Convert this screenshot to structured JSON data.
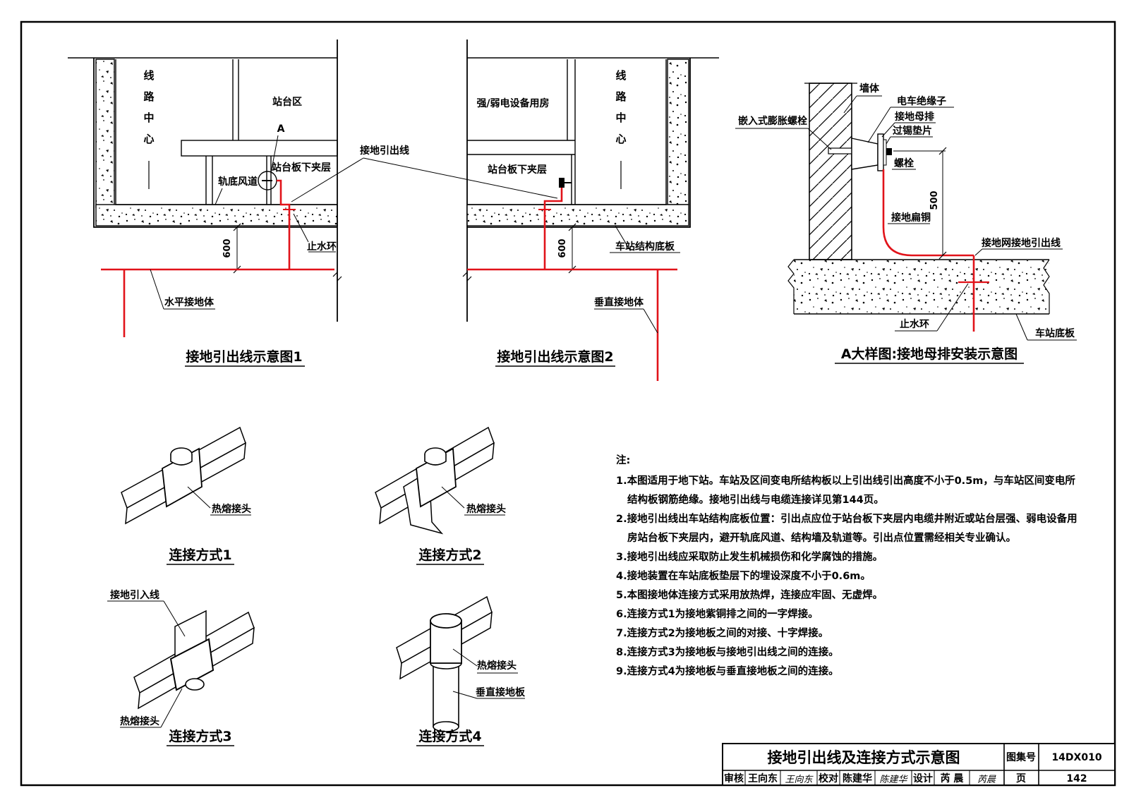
{
  "fig1": {
    "caption": "接地引出线示意图1",
    "line_center": [
      "线",
      "路",
      "中",
      "心"
    ],
    "platform_area": "站台区",
    "marker_a": "A",
    "under_platform": "站台板下夹层",
    "track_duct": "轨底风道",
    "ground_lead": "接地引出线",
    "water_ring": "止水环",
    "dim_600": "600",
    "horizontal_body": "水平接地体"
  },
  "fig2": {
    "caption": "接地引出线示意图2",
    "equipment_room": "强/弱电设备用房",
    "under_platform": "站台板下夹层",
    "line_center": [
      "线",
      "路",
      "中",
      "心"
    ],
    "dim_600": "600",
    "base_slab": "车站结构底板",
    "vertical_body": "垂直接地体"
  },
  "detail_a": {
    "caption": "A大样图:接地母排安装示意图",
    "wall": "墙体",
    "insulator": "电车绝缘子",
    "anchor_bolt": "嵌入式膨胀螺栓",
    "busbar": "接地母排",
    "transition_pad": "过锡垫片",
    "bolt": "螺栓",
    "dim_500": "500",
    "flat_copper": "接地扁铜",
    "grid_lead": "接地网接地引出线",
    "water_ring": "止水环",
    "base_slab": "车站底板"
  },
  "connections": {
    "m1": {
      "caption": "连接方式1",
      "label": "热熔接头"
    },
    "m2": {
      "caption": "连接方式2",
      "label": "热熔接头"
    },
    "m3": {
      "caption": "连接方式3",
      "label": "热熔接头",
      "lead_in": "接地引入线"
    },
    "m4": {
      "caption": "连接方式4",
      "label": "热熔接头",
      "vertical_plate": "垂直接地板"
    }
  },
  "notes": {
    "heading": "注:",
    "lines": [
      "1.本图适用于地下站。车站及区间变电所结构板以上引出线引出高度不小于0.5m，与车站区间变电所",
      "结构板钢筋绝缘。接地引出线与电缆连接详见第144页。",
      "2.接地引出线出车站结构底板位置：引出点应位于站台板下夹层内电缆井附近或站台层强、弱电设备用",
      "房站台板下夹层内，避开轨底风道、结构墙及轨道等。引出点位置需经相关专业确认。",
      "3.接地引出线应采取防止发生机械损伤和化学腐蚀的措施。",
      "4.接地装置在车站底板垫层下的埋设深度不小于0.6m。",
      "5.本图接地体连接方式采用放热焊，连接应牢固、无虚焊。",
      "6.连接方式1为接地紫铜排之间的一字焊接。",
      "7.连接方式2为接地板之间的对接、十字焊接。",
      "8.连接方式3为接地板与接地引出线之间的连接。",
      "9.连接方式4为接地板与垂直接地板之间的连接。"
    ]
  },
  "title_block": {
    "title": "接地引出线及连接方式示意图",
    "atlas_label": "图集号",
    "atlas_no": "14DX010",
    "page_label": "页",
    "page_no": "142",
    "review_label": "审核",
    "reviewer": "王向东",
    "reviewer_sign": "王向东",
    "check_label": "校对",
    "checker": "陈建华",
    "checker_sign": "陈建华",
    "design_label": "设计",
    "designer": "芮 晨",
    "designer_sign": "芮晨"
  },
  "colors": {
    "ground_conductor": "#e1131a",
    "line": "#000000"
  }
}
